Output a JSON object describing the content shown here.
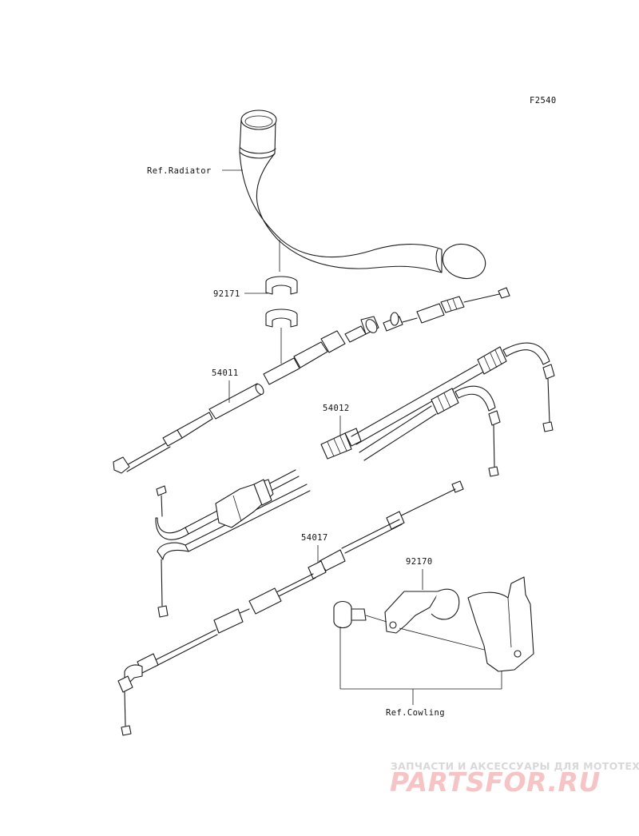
{
  "diagram_code": "F2540",
  "reference_labels": {
    "radiator": "Ref.Radiator",
    "cowling": "Ref.Cowling"
  },
  "parts": [
    {
      "id": "92171",
      "label": "92171"
    },
    {
      "id": "54011",
      "label": "54011"
    },
    {
      "id": "54012",
      "label": "54012"
    },
    {
      "id": "54017",
      "label": "54017"
    },
    {
      "id": "92170",
      "label": "92170"
    }
  ],
  "watermark": {
    "tagline": "ЗАПЧАСТИ И АКСЕССУАРЫ ДЛЯ МОТОТЕХНИКИ",
    "logo": "PARTSFOR.RU"
  }
}
